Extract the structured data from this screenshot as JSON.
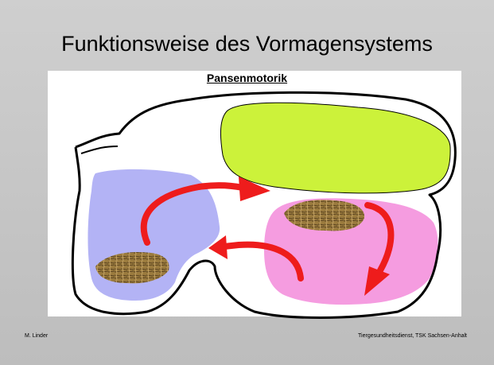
{
  "slide": {
    "title": "Funktionsweise des Vormagensystems",
    "subtitle": "Pansenmotorik",
    "footer_left": "M. Linder",
    "footer_right": "Tiergesundheitsdienst, TSK Sachsen-Anhalt"
  },
  "colors": {
    "background": "#c4c4c4",
    "panel": "#ffffff",
    "top_sac": "#ccf23a",
    "left_compartment": "#b3b3f5",
    "right_compartment": "#f59ce0",
    "arrow": "#ee1c1c",
    "ingesta": "#9b7b3e",
    "outline": "#000000"
  },
  "diagram": {
    "elements": [
      "outer-outline",
      "dorsal-sac",
      "left-compartment",
      "right-compartment",
      "arrows",
      "ingesta-clumps"
    ]
  }
}
